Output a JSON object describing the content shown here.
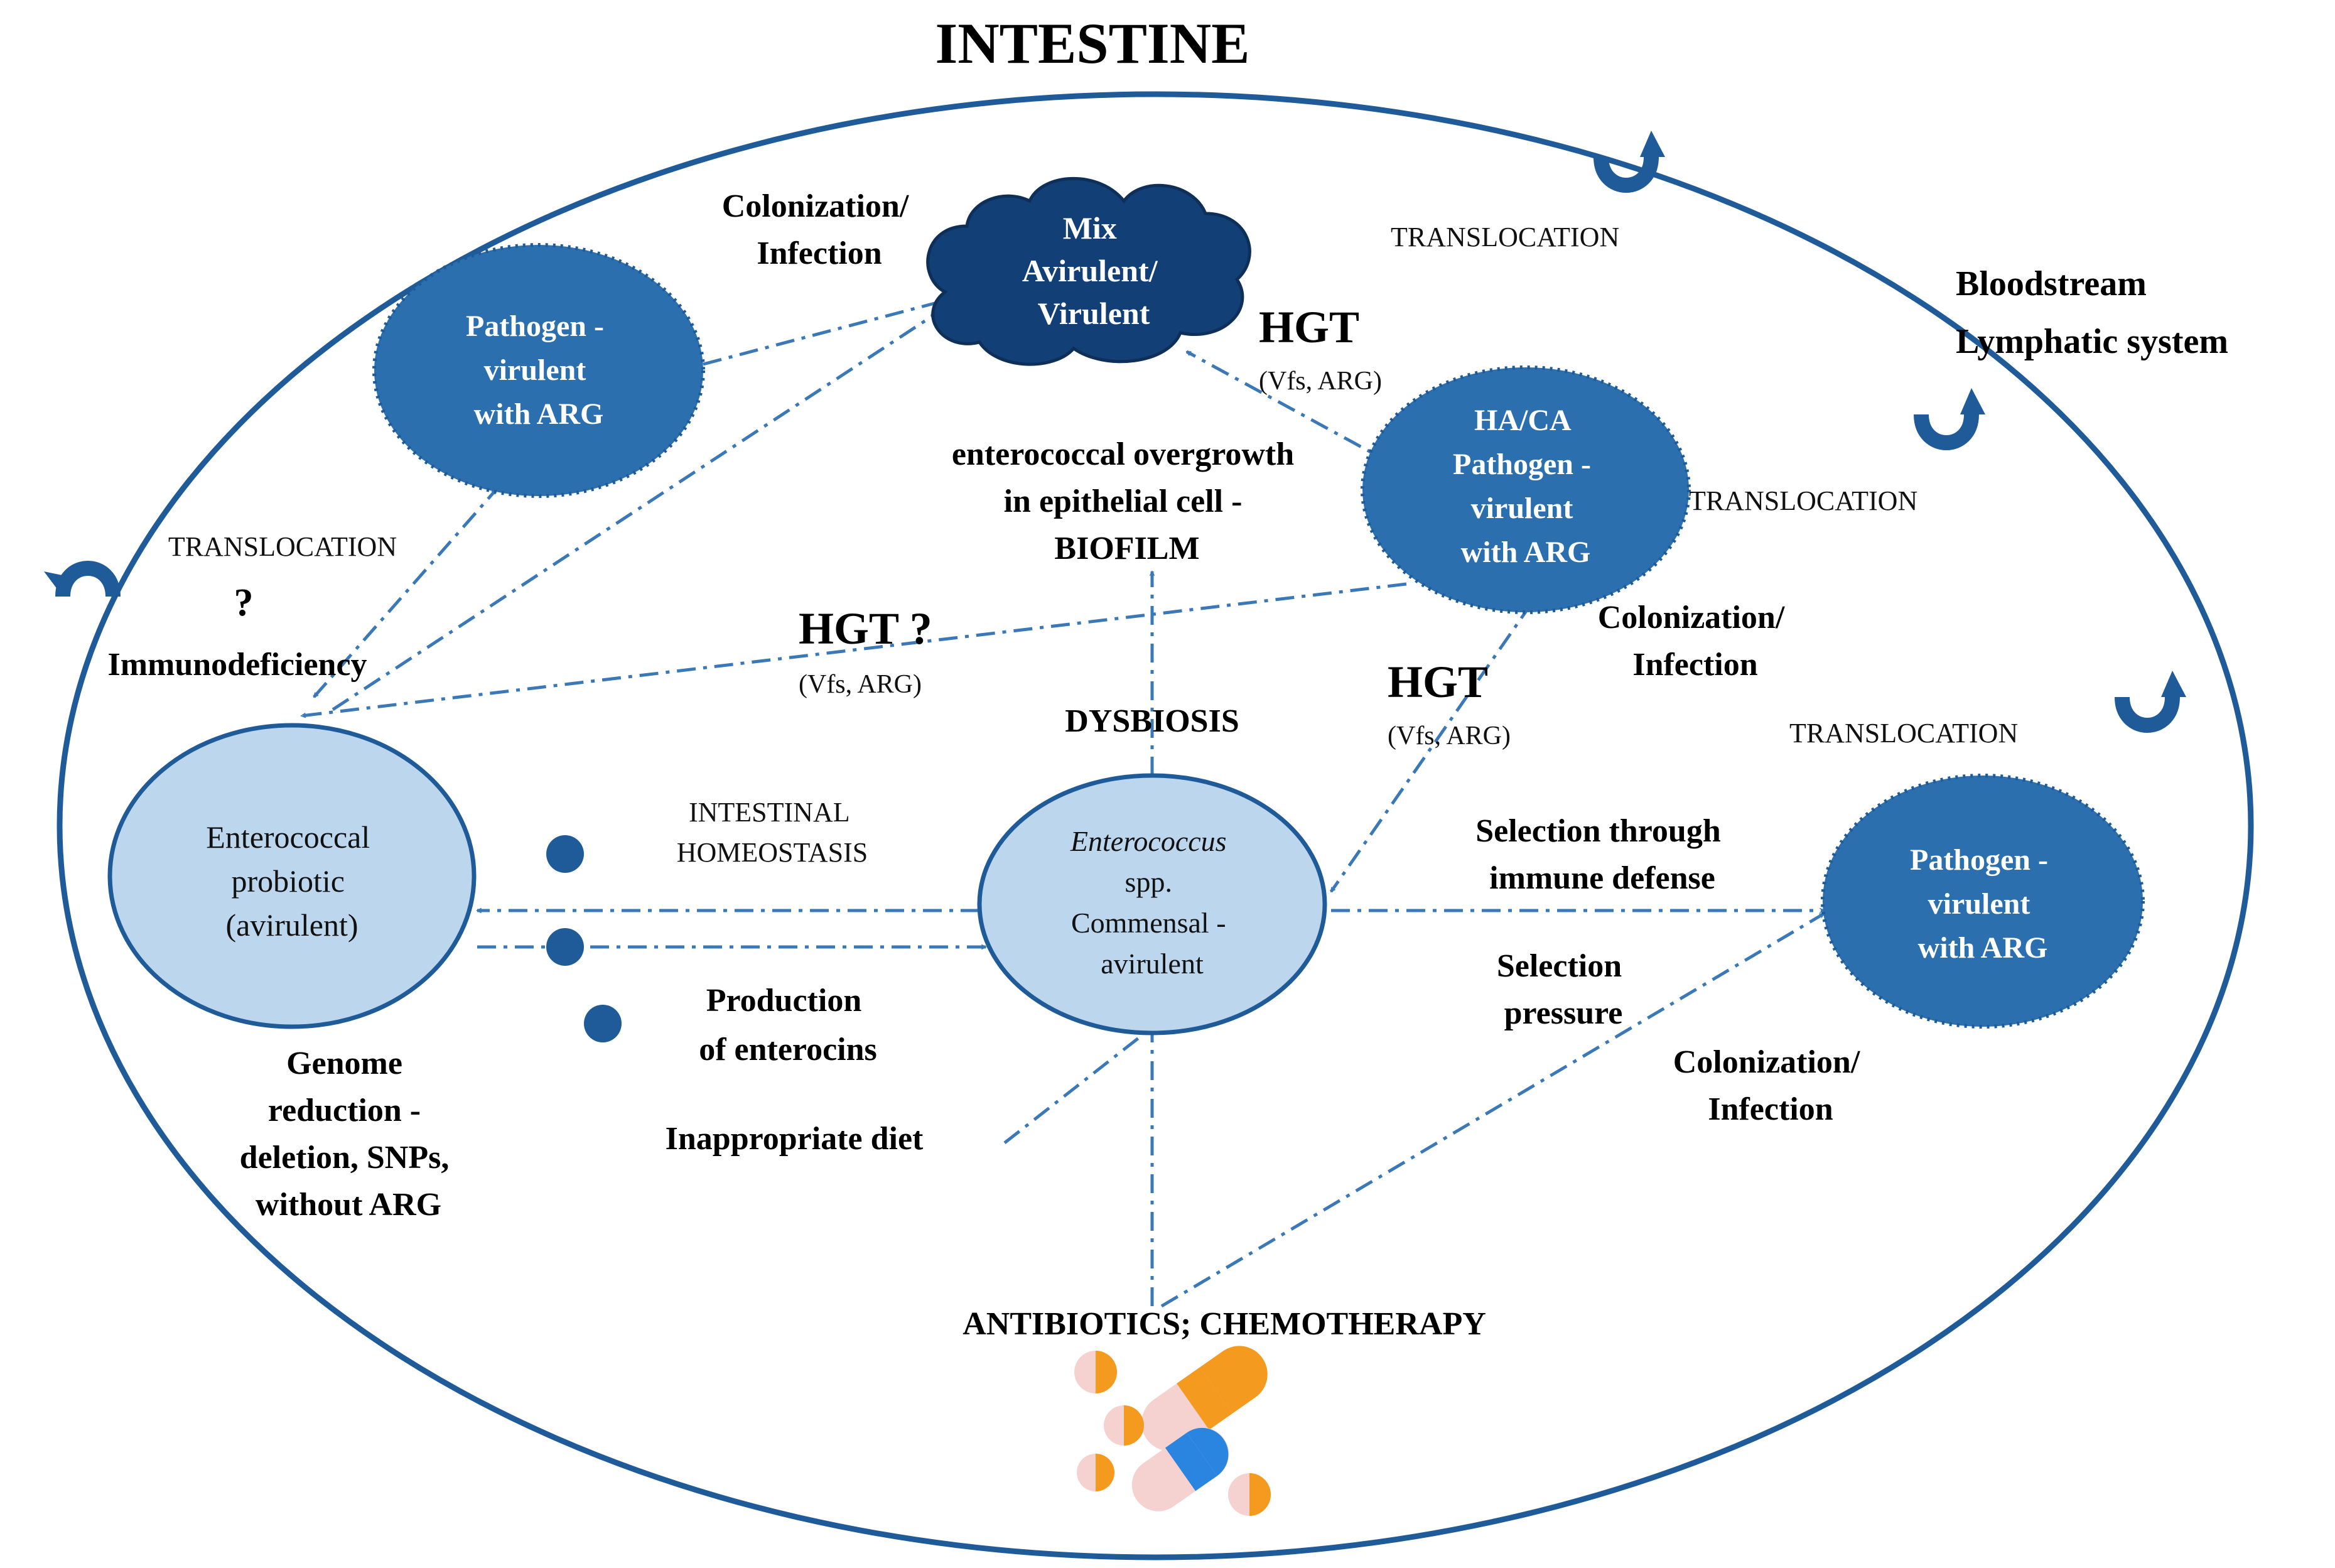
{
  "title": "INTESTINE",
  "colors": {
    "dark_blue": "#123f75",
    "mid_blue": "#2c6faf",
    "light_blue": "#bcd6ee",
    "arrow_blue": "#3a78b8",
    "outline_blue": "#1f5b99",
    "pill_orange": "#f39a1f",
    "pill_blue": "#2a85e0",
    "pill_pink": "#f5d2cf"
  },
  "nodes": {
    "mix": [
      "Mix",
      "Avirulent/",
      "Virulent"
    ],
    "pathogen_topleft": [
      "Pathogen -",
      "virulent",
      "with ARG"
    ],
    "ha_ca": [
      "HA/CA",
      "Pathogen -",
      "virulent",
      "with ARG"
    ],
    "pathogen_right": [
      "Pathogen -",
      "virulent",
      "with ARG"
    ],
    "probiotic": [
      "Enterococcal",
      "probiotic",
      "(avirulent)"
    ],
    "commensal": [
      "Enterococcus",
      "spp.",
      "Commensal -",
      "avirulent"
    ]
  },
  "labels": {
    "colonization_top": [
      "Colonization/",
      "Infection"
    ],
    "translocation_top": "TRANSLOCATION",
    "bloodstream": [
      "Bloodstream",
      "Lymphatic system"
    ],
    "hgt_top": "HGT",
    "hgt_top_sub": "(Vfs, ARG)",
    "overgrowth": [
      "enterococcal overgrowth",
      "in epithelial cell -",
      "BIOFILM"
    ],
    "translocation_mid": "TRANSLOCATION",
    "translocation_left": "TRANSLOCATION",
    "question": "?",
    "immunodeficiency": "Immunodeficiency",
    "hgt_q": "HGT ?",
    "hgt_q_sub": "(Vfs, ARG)",
    "colonization_mid": [
      "Colonization/",
      "Infection"
    ],
    "hgt_mid": "HGT",
    "hgt_mid_sub": "(Vfs, ARG)",
    "dysbiosis": "DYSBIOSIS",
    "translocation_right": "TRANSLOCATION",
    "homeostasis": [
      "INTESTINAL",
      "HOMEOSTASIS"
    ],
    "selection_immune": [
      "Selection through",
      "immune defense"
    ],
    "selection_pressure": [
      "Selection",
      "pressure"
    ],
    "enterocins": [
      "Production",
      "of enterocins"
    ],
    "colonization_right": [
      "Colonization/",
      "Infection"
    ],
    "genome": [
      "Genome",
      "reduction -",
      "deletion, SNPs,",
      "without ARG"
    ],
    "diet": "Inappropriate diet",
    "antibiotics": "ANTIBIOTICS; CHEMOTHERAPY"
  },
  "icons": [
    "curved-arrow-icon",
    "pill-capsule-icon",
    "pill-tablet-icon"
  ]
}
